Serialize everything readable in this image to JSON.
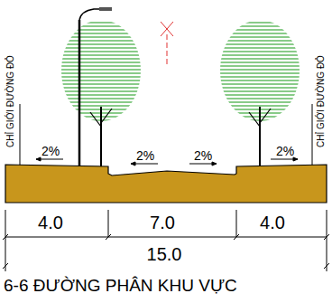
{
  "diagram": {
    "caption": "6-6 ĐƯỜNG PHÂN KHU VỰC",
    "labels": [
      "CHỈ GIỚI ĐƯỜNG ĐỎ",
      "CHỈ GIỚI ĐƯỜNG ĐỎ",
      "2%",
      "2%",
      "2%",
      "2%",
      "4.0",
      "7.0",
      "4.0",
      "15.0"
    ]
  }
}
